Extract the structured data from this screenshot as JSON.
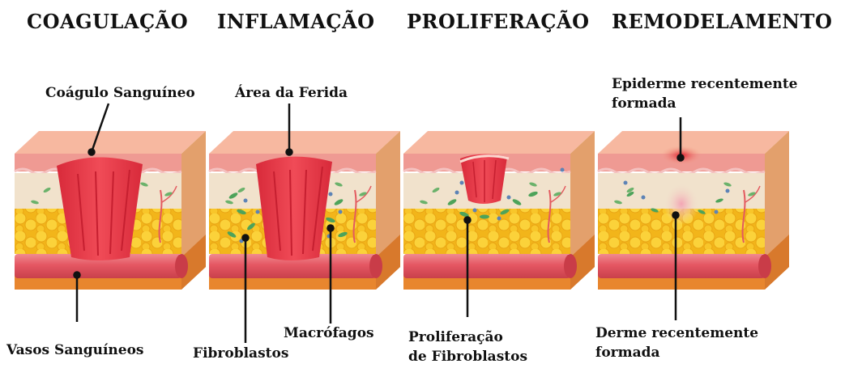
{
  "stages": [
    {
      "title": "COAGULAÇÃO"
    },
    {
      "title": "INFLAMAÇÃO"
    },
    {
      "title": "PROLIFERAÇÃO"
    },
    {
      "title": "REMODELAMENTO"
    }
  ],
  "labels": {
    "coagulo": "Coágulo Sanguíneo",
    "area_ferida": "Área da Ferida",
    "epiderme_1": "Epiderme recentemente",
    "epiderme_2": "formada",
    "vasos": "Vasos Sanguíneos",
    "fibroblastos": "Fibroblastos",
    "macrofagos": "Macrófagos",
    "prolif_1": "Proliferação",
    "prolif_2": "de Fibroblastos",
    "derme_1": "Derme recentemente",
    "derme_2": "formada"
  },
  "colors": {
    "epidermis_top": "#f7b8a0",
    "epidermis_front": "#ef9a93",
    "dermis": "#f1e2cc",
    "fat": "#f6c21e",
    "vessel": "#e4535f",
    "base": "#e8862e",
    "wound": "#e73847",
    "fibroblast": "#4da35a",
    "macrophage": "#5d83b6"
  }
}
